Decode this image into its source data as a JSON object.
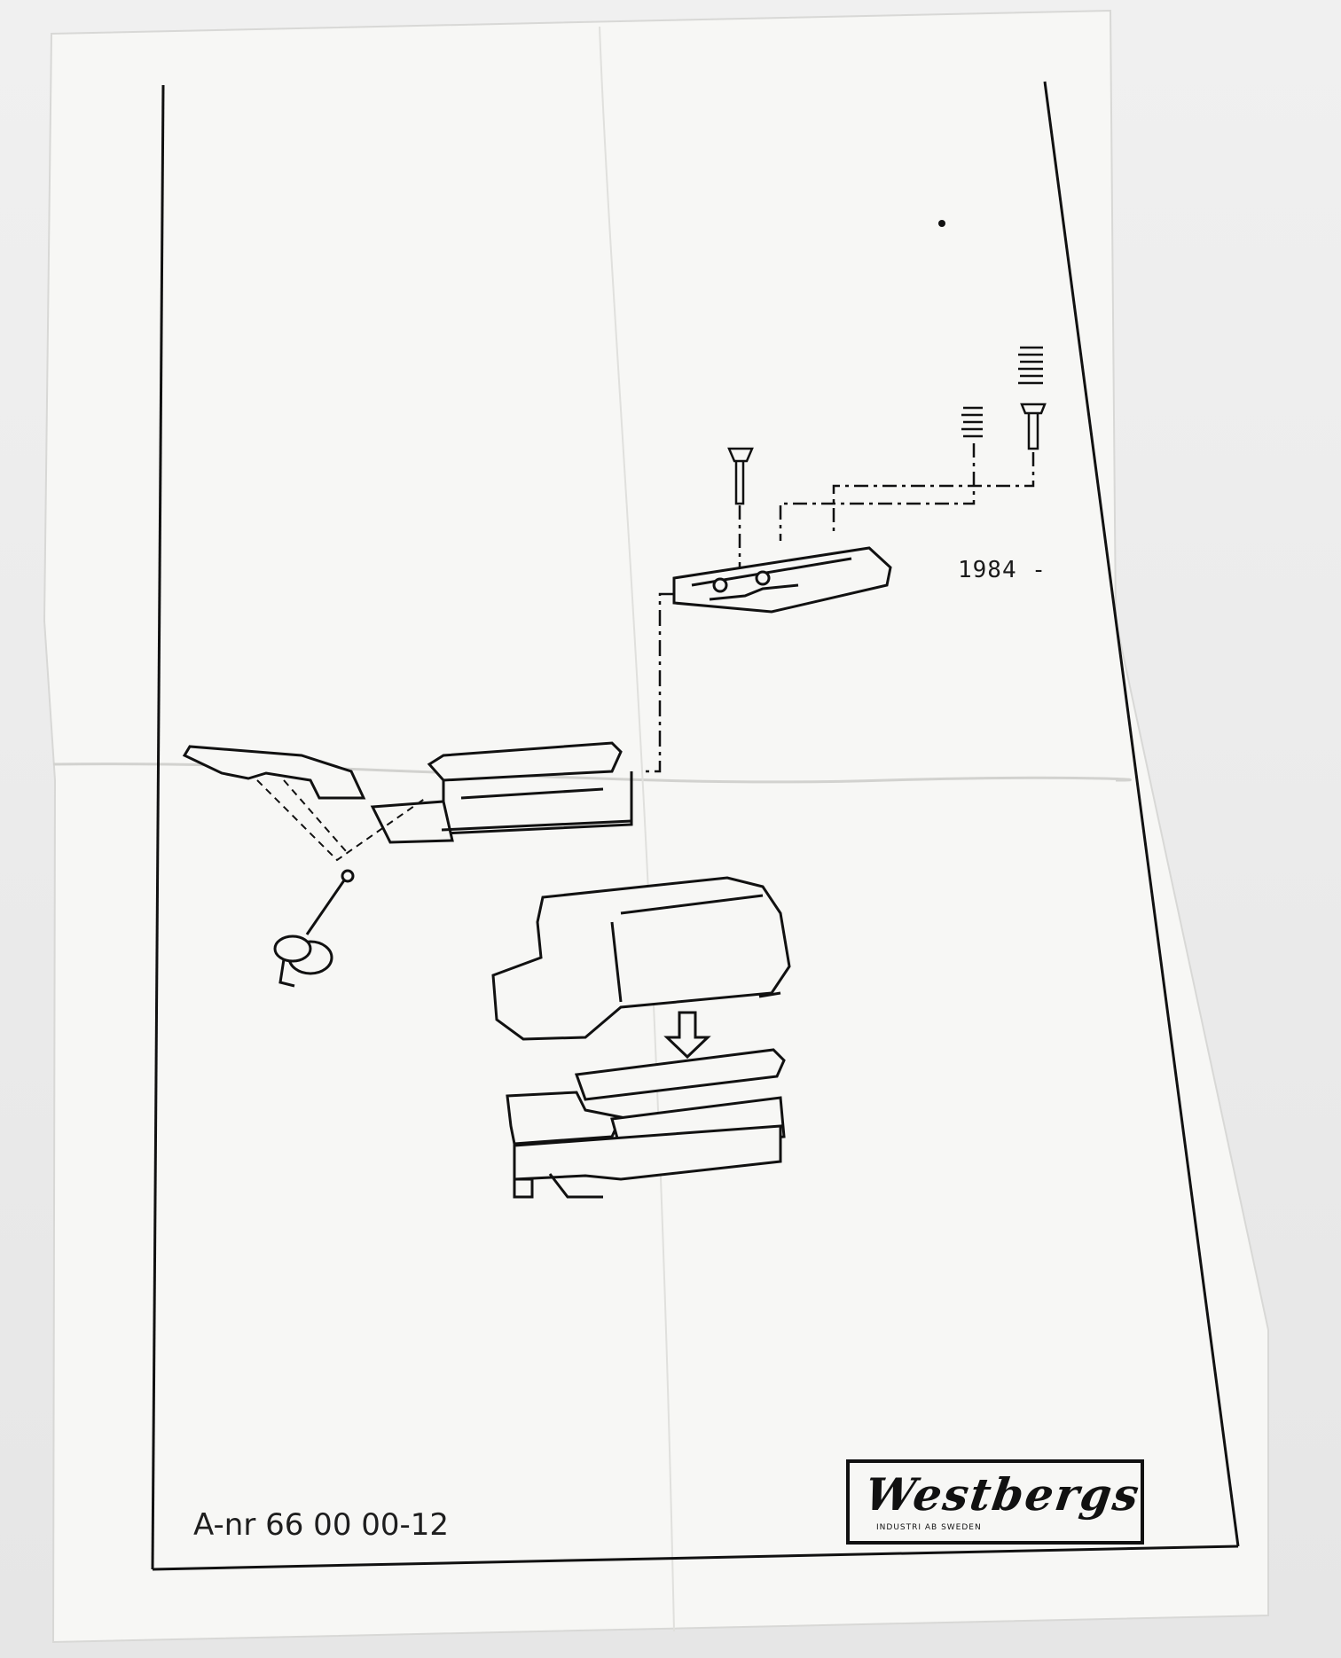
{
  "document": {
    "year_label": "1984 -",
    "article_number": "A-nr 66 00 00-12"
  },
  "logo": {
    "brand": "Westbergs",
    "subtitle": "INDUSTRI AB   SWEDEN"
  }
}
